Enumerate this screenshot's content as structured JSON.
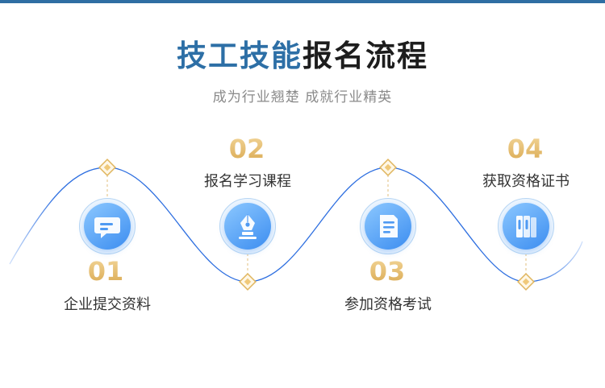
{
  "header": {
    "title_highlight": "技工技能",
    "title_rest": "报名流程",
    "subtitle": "成为行业翘楚 成就行业精英"
  },
  "steps": [
    {
      "number": "01",
      "label": "企业提交资料",
      "icon": "chat-bubble-icon"
    },
    {
      "number": "02",
      "label": "报名学习课程",
      "icon": "pen-nib-icon"
    },
    {
      "number": "03",
      "label": "参加资格考试",
      "icon": "document-icon"
    },
    {
      "number": "04",
      "label": "获取资格证书",
      "icon": "books-icon"
    }
  ],
  "colors": {
    "accent_blue": "#2d6fa6",
    "gold": "#e0b96a",
    "curve": "#2e6fe0",
    "icon_gradient_start": "#8cc8ff",
    "icon_gradient_end": "#3c8df0"
  }
}
